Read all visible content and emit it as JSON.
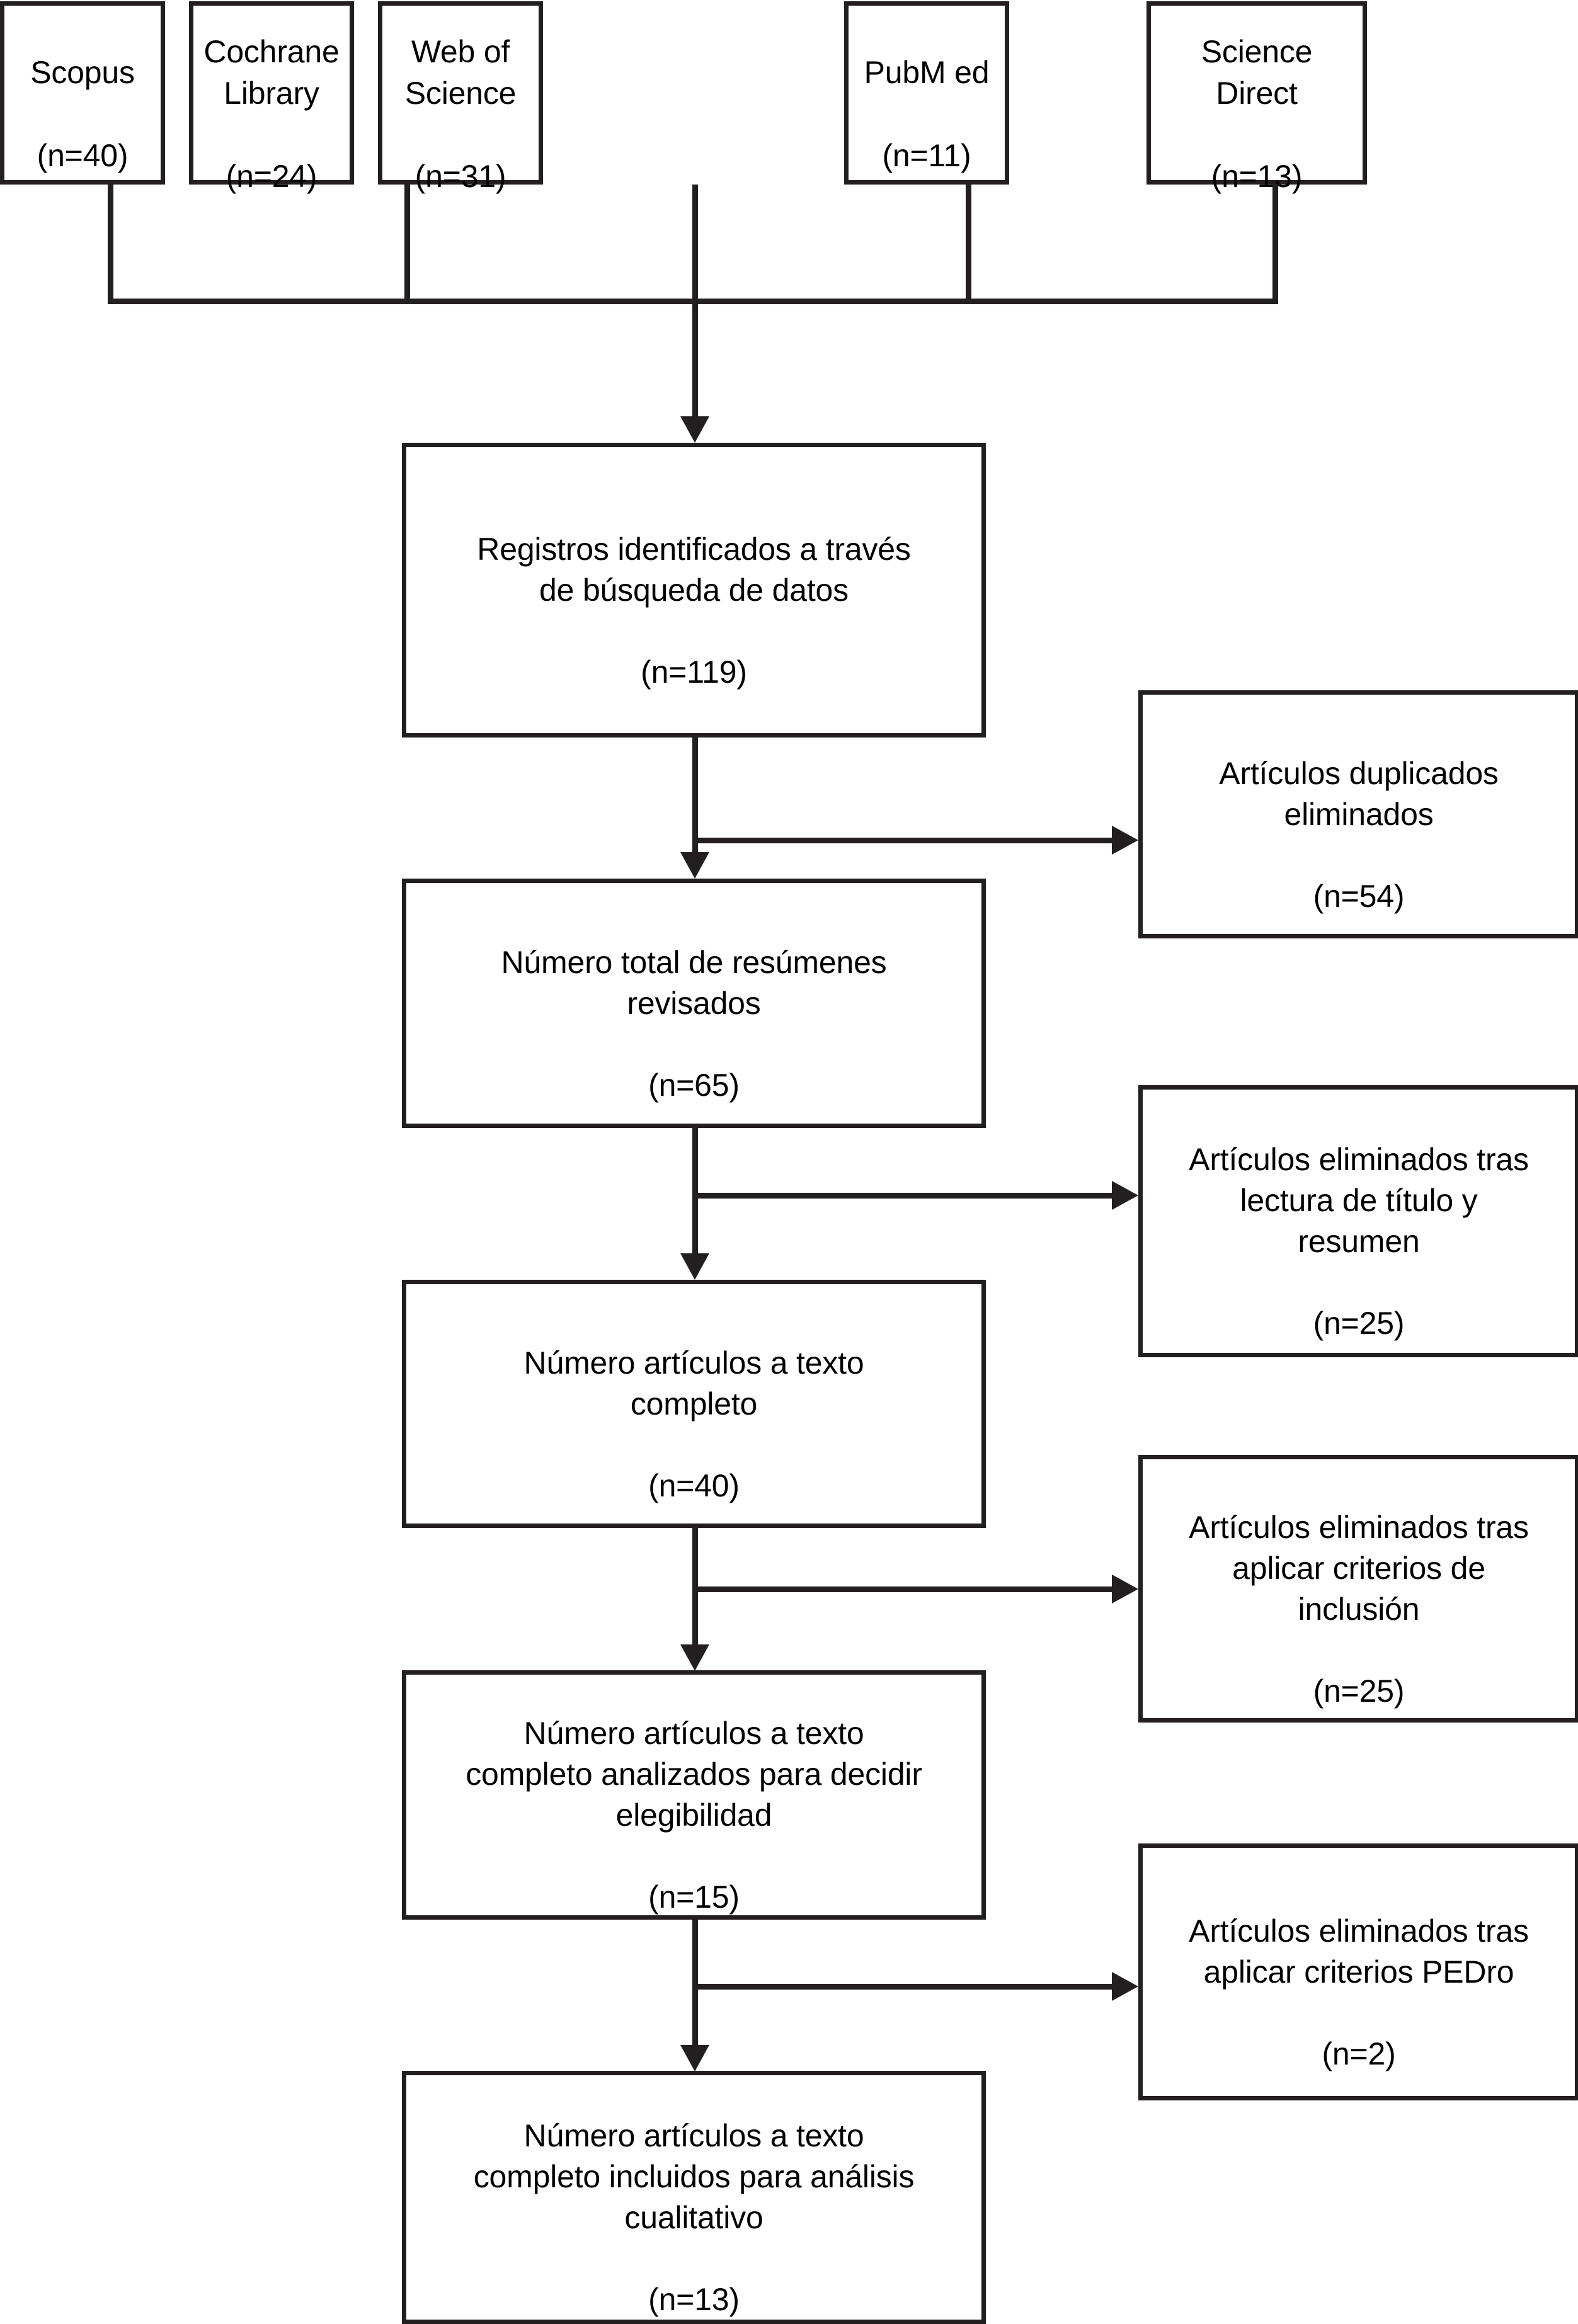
{
  "diagram": {
    "type": "prisma-flow-diagram",
    "language": "es",
    "colors": {
      "stroke": "#231f20",
      "background": "#ffffff",
      "text": "#000000"
    },
    "sources": [
      {
        "name": "scopus",
        "label": "Scopus",
        "count_label": "(n=40)",
        "n": 40
      },
      {
        "name": "cochrane-library",
        "label": "Cochrane\nLibrary",
        "count_label": "(n=24)",
        "n": 24
      },
      {
        "name": "web-of-science",
        "label": "Web of\nScience",
        "count_label": "(n=31)",
        "n": 31
      },
      {
        "name": "pubmed",
        "label": "PubM ed",
        "count_label": "(n=11)",
        "n": 11
      },
      {
        "name": "science-direct",
        "label": "Science\nDirect",
        "count_label": "(n=13)",
        "n": 13
      }
    ],
    "main_stages": [
      {
        "name": "records-identified",
        "label": "Registros identificados a través\nde búsqueda de datos",
        "count_label": "(n=119)",
        "n": 119
      },
      {
        "name": "abstracts-reviewed",
        "label": "Número total de resúmenes\nrevisados",
        "count_label": "(n=65)",
        "n": 65
      },
      {
        "name": "full-text-articles",
        "label": "Número artículos a texto\ncompleto",
        "count_label": "(n=40)",
        "n": 40
      },
      {
        "name": "full-text-eligibility",
        "label": "Número artículos a texto\ncompleto analizados para decidir\nelegibilidad",
        "count_label": "(n=15)",
        "n": 15
      },
      {
        "name": "included-qualitative",
        "label": "Número artículos a texto\ncompleto incluidos para análisis\ncualitativo",
        "count_label": "(n=13)",
        "n": 13
      }
    ],
    "exclusions": [
      {
        "name": "duplicates-removed",
        "label": "Artículos duplicados\neliminados",
        "count_label": "(n=54)",
        "n": 54
      },
      {
        "name": "removed-after-title-abstract",
        "label": "Artículos eliminados tras\nlectura de título y\nresumen",
        "count_label": "(n=25)",
        "n": 25
      },
      {
        "name": "removed-after-inclusion-criteria",
        "label": "Artículos eliminados tras\naplicar criterios de\ninclusión",
        "count_label": "(n=25)",
        "n": 25
      },
      {
        "name": "removed-after-pedro-criteria",
        "label": "Artículos eliminados tras\naplicar criterios PEDro",
        "count_label": "(n=2)",
        "n": 2
      }
    ]
  }
}
